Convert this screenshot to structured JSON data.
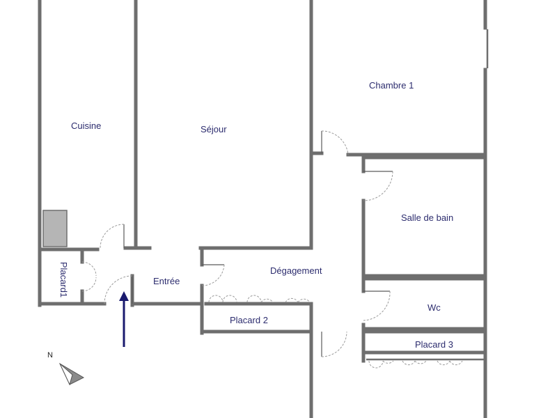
{
  "rooms": {
    "cuisine": "Cuisine",
    "sejour": "Séjour",
    "chambre1": "Chambre 1",
    "salle_de_bain": "Salle de bain",
    "entree": "Entrée",
    "degagement": "Dégagement",
    "wc": "Wc",
    "placard1": "Placard1",
    "placard2": "Placard 2",
    "placard3": "Placard 3"
  },
  "compass": {
    "north_label": "N"
  },
  "colors": {
    "wall": "#6e6e6e",
    "label": "#2c2c6e",
    "entrance_arrow": "#1a1a6e",
    "fixture": "#b5b5b5"
  }
}
